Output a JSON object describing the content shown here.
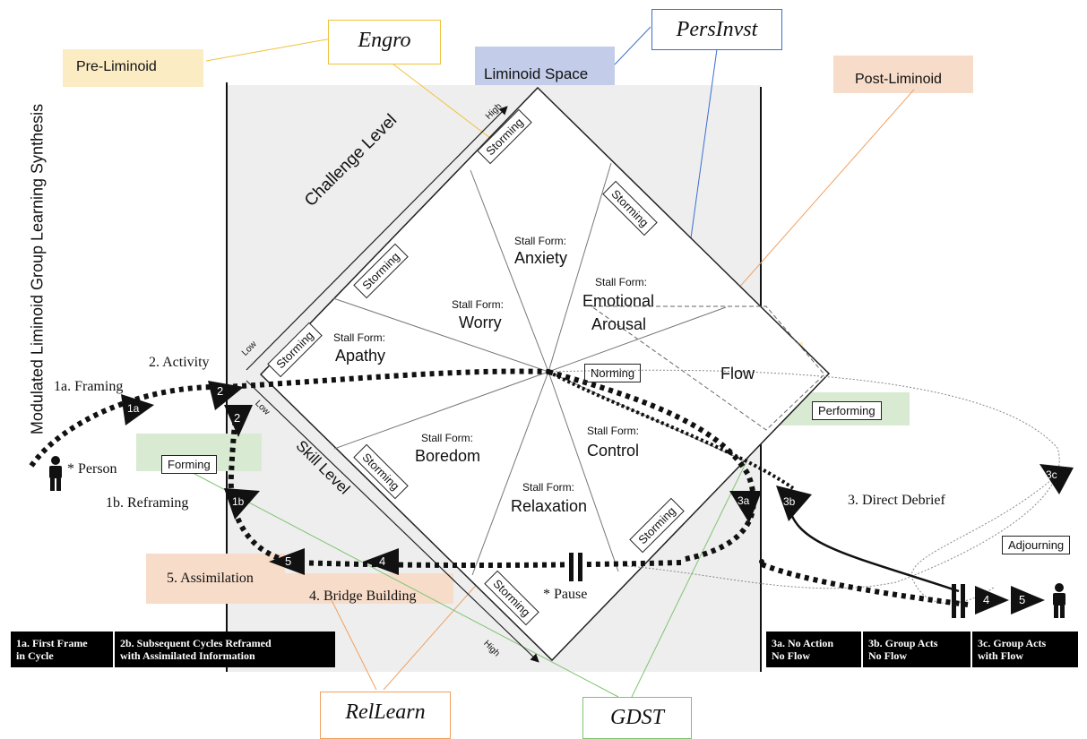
{
  "side_title": "Modulated Liminoid Group Learning Synthesis",
  "tags": {
    "engro": "Engro",
    "persinvst": "PersInvst",
    "rellearn": "RelLearn",
    "gdst": "GDST"
  },
  "zones": {
    "pre_liminoid": "Pre-Liminoid",
    "liminoid_space": "Liminoid Space",
    "post_liminoid": "Post-Liminoid"
  },
  "axes": {
    "challenge": "Challenge Level",
    "skill": "Skill Level",
    "high": "High",
    "low": "Low"
  },
  "stall_prefix": "Stall Form:",
  "stall_forms": {
    "anxiety": "Anxiety",
    "worry": "Worry",
    "apathy": "Apathy",
    "emotional_arousal_1": "Emotional",
    "emotional_arousal_2": "Arousal",
    "boredom": "Boredom",
    "control": "Control",
    "relaxation": "Relaxation"
  },
  "flow": "Flow",
  "group_stages": {
    "storming": "Storming",
    "norming": "Norming",
    "performing": "Performing",
    "forming": "Forming",
    "adjourning": "Adjourning"
  },
  "steps": {
    "framing": "1a. Framing",
    "activity": "2. Activity",
    "person": "* Person",
    "reframing": "1b. Reframing",
    "assimilation": "5. Assimilation",
    "bridge": "4. Bridge Building",
    "pause": "* Pause",
    "debrief": "3. Direct Debrief"
  },
  "markers": {
    "m1a": "1a",
    "m2": "2",
    "m1b": "1b",
    "m5": "5",
    "m4": "4",
    "m3a": "3a",
    "m3b": "3b",
    "m3c": "3c"
  },
  "footer": {
    "f1_line1": "1a. First Frame",
    "f1_line2": "in Cycle",
    "f2_line1": "2b. Subsequent Cycles Reframed",
    "f2_line2": "with Assimilated Information",
    "f3_line1": "3a. No Action",
    "f3_line2": "No Flow",
    "f4_line1": "3b. Group Acts",
    "f4_line2": "No Flow",
    "f5_line1": "3c. Group Acts",
    "f5_line2": "with Flow"
  },
  "colors": {
    "pre_liminoid": "#fbecc4",
    "liminoid_space": "#c3cdea",
    "post_liminoid": "#f7dcc9",
    "green": "#d9ead3",
    "panel": "#eeeeee",
    "engro_line": "#f0c23c",
    "persinvst_line": "#3b6fd1",
    "rellearn_line": "#f0a060",
    "gdst_line": "#7fc46f"
  }
}
